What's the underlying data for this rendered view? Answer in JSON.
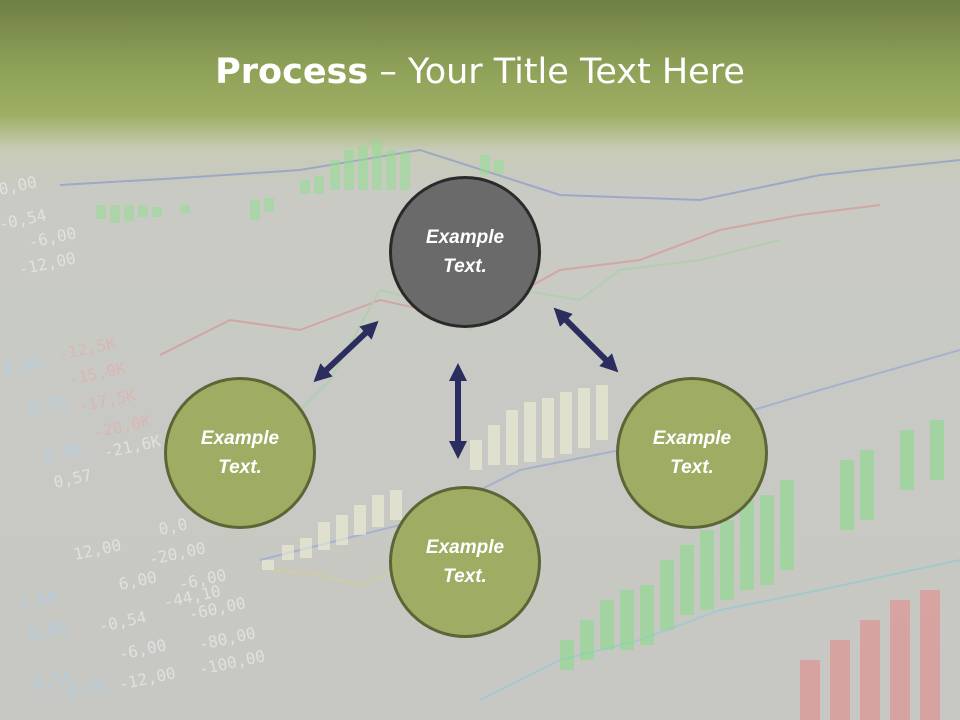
{
  "slide": {
    "title_bold": "Process",
    "title_rest": " – Your Title Text Here",
    "accent_color": "#9fad64",
    "center_node_color": "#6a6a6a",
    "arrow_color": "#2b2d5e"
  },
  "nodes": [
    {
      "line1": "Example",
      "line2": "Text."
    },
    {
      "line1": "Example",
      "line2": "Text."
    },
    {
      "line1": "Example",
      "line2": "Text."
    },
    {
      "line1": "Example",
      "line2": "Text."
    }
  ],
  "background_ticker": [
    "0,00",
    "-0,54",
    "-6,00",
    "-12,00",
    "0,80",
    "-12,5K",
    "-15,0K",
    "0,70",
    "-17,5K",
    "-20,0K",
    "0,60",
    "-21,6K",
    "0,57",
    "0,0",
    "-20,00",
    "12,00",
    "6,00",
    "-6,00",
    "-44,10",
    "1,60",
    "0,80",
    "-0,54",
    "-60,00",
    "0,14",
    "-6,00",
    "-80,00",
    "-12,00",
    "-100,00",
    "-0,20"
  ]
}
